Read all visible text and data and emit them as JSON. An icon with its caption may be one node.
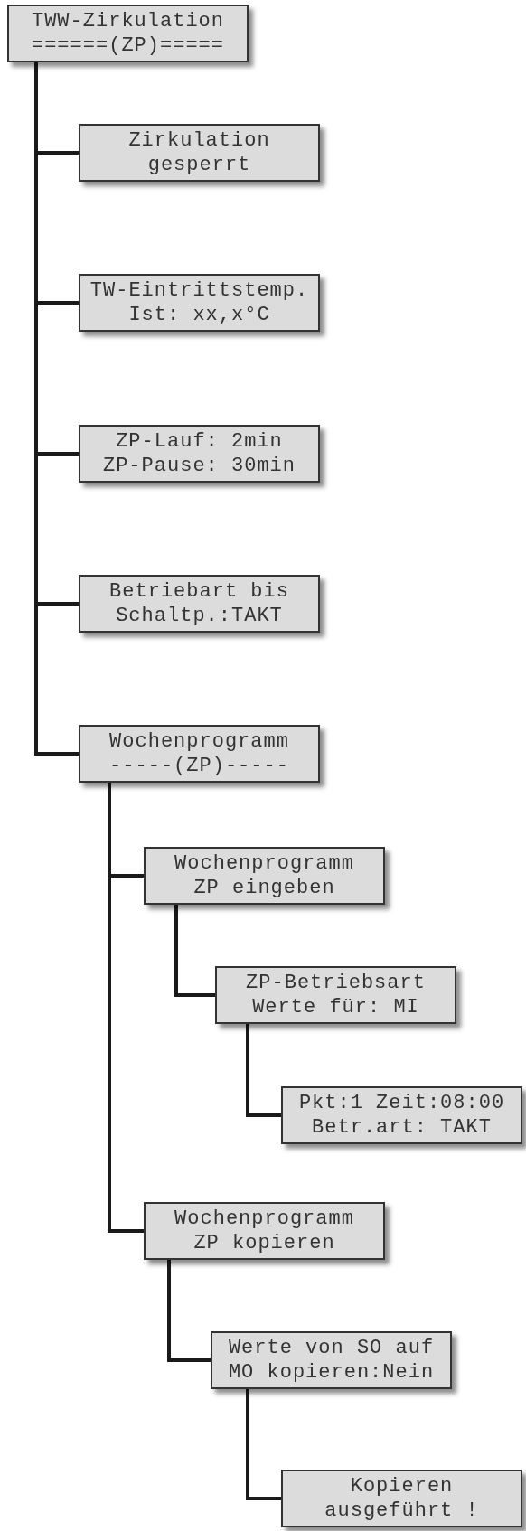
{
  "diagram": {
    "nodes": [
      {
        "text": [
          "TWW-Zirkulation",
          "======(ZP)====="
        ]
      },
      {
        "text": [
          "Zirkulation",
          "gesperrt"
        ]
      },
      {
        "text": [
          "TW-Eintrittstemp.",
          "Ist: xx,x°C"
        ]
      },
      {
        "text": [
          "ZP-Lauf: 2min",
          "ZP-Pause: 30min"
        ]
      },
      {
        "text": [
          "Betriebart bis",
          "Schaltp.:TAKT"
        ]
      },
      {
        "text": [
          "Wochenprogramm",
          "-----(ZP)-----"
        ]
      },
      {
        "text": [
          "Wochenprogramm",
          "ZP eingeben"
        ]
      },
      {
        "text": [
          "ZP-Betriebsart",
          "Werte für: MI"
        ]
      },
      {
        "text": [
          "Pkt:1 Zeit:08:00",
          "Betr.art: TAKT"
        ]
      },
      {
        "text": [
          "Wochenprogramm",
          "ZP kopieren"
        ]
      },
      {
        "text": [
          "Werte von SO auf",
          "MO kopieren:Nein"
        ]
      },
      {
        "text": [
          "Kopieren",
          "ausgeführt !"
        ]
      }
    ],
    "edges": [
      {
        "from": 0,
        "to": 1,
        "arrow": "none"
      },
      {
        "from": 0,
        "to": 2,
        "arrow": "none"
      },
      {
        "from": 0,
        "to": 3,
        "arrow": "none"
      },
      {
        "from": 0,
        "to": 4,
        "arrow": "none"
      },
      {
        "from": 0,
        "to": 5,
        "arrow": "none"
      },
      {
        "from": 5,
        "to": 6,
        "arrow": "none"
      },
      {
        "from": 6,
        "to": 7,
        "arrow": "none"
      },
      {
        "from": 7,
        "to": 8,
        "arrow": "none"
      },
      {
        "from": 5,
        "to": 9,
        "arrow": "none"
      },
      {
        "from": 9,
        "to": 10,
        "arrow": "none"
      },
      {
        "from": 10,
        "to": 11,
        "arrow": "none"
      }
    ]
  }
}
